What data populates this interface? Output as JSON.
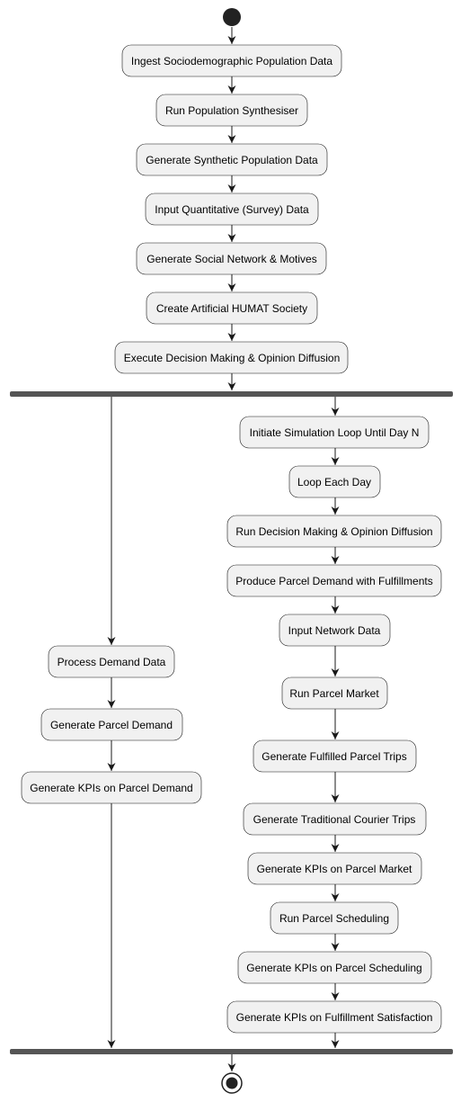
{
  "diagram": {
    "type": "activity",
    "colors": {
      "node_fill": "#f1f1f1",
      "node_stroke": "#181818",
      "bar": "#555555",
      "start": "#222222"
    },
    "nodes": [
      {
        "id": "n1",
        "label": "Ingest Sociodemographic Population Data"
      },
      {
        "id": "n2",
        "label": "Run Population Synthesiser"
      },
      {
        "id": "n3",
        "label": "Generate Synthetic Population Data"
      },
      {
        "id": "n4",
        "label": "Input Quantitative (Survey) Data"
      },
      {
        "id": "n5",
        "label": "Generate Social Network & Motives"
      },
      {
        "id": "n6",
        "label": "Create Artificial HUMAT Society"
      },
      {
        "id": "n7",
        "label": "Execute Decision Making & Opinion Diffusion"
      },
      {
        "id": "l1",
        "label": "Process Demand Data"
      },
      {
        "id": "l2",
        "label": "Generate Parcel Demand"
      },
      {
        "id": "l3",
        "label": "Generate KPIs on Parcel Demand"
      },
      {
        "id": "r1",
        "label": "Initiate Simulation Loop Until Day N"
      },
      {
        "id": "r2",
        "label": "Loop Each Day"
      },
      {
        "id": "r3",
        "label": "Run Decision Making & Opinion Diffusion"
      },
      {
        "id": "r4",
        "label": "Produce Parcel Demand with Fulfillments"
      },
      {
        "id": "r5",
        "label": "Input Network Data"
      },
      {
        "id": "r6",
        "label": "Run Parcel Market"
      },
      {
        "id": "r7",
        "label": "Generate Fulfilled Parcel Trips"
      },
      {
        "id": "r8",
        "label": "Generate Traditional Courier Trips"
      },
      {
        "id": "r9",
        "label": "Generate KPIs on Parcel Market"
      },
      {
        "id": "r10",
        "label": "Run Parcel Scheduling"
      },
      {
        "id": "r11",
        "label": "Generate KPIs on Parcel Scheduling"
      },
      {
        "id": "r12",
        "label": "Generate KPIs on Fulfillment Satisfaction"
      }
    ],
    "edges": [
      [
        "start",
        "n1"
      ],
      [
        "n1",
        "n2"
      ],
      [
        "n2",
        "n3"
      ],
      [
        "n3",
        "n4"
      ],
      [
        "n4",
        "n5"
      ],
      [
        "n5",
        "n6"
      ],
      [
        "n6",
        "n7"
      ],
      [
        "n7",
        "fork"
      ],
      [
        "fork",
        "l1"
      ],
      [
        "l1",
        "l2"
      ],
      [
        "l2",
        "l3"
      ],
      [
        "l3",
        "join"
      ],
      [
        "fork",
        "r1"
      ],
      [
        "r1",
        "r2"
      ],
      [
        "r2",
        "r3"
      ],
      [
        "r3",
        "r4"
      ],
      [
        "r4",
        "r5"
      ],
      [
        "r5",
        "r6"
      ],
      [
        "r6",
        "r7"
      ],
      [
        "r7",
        "r8"
      ],
      [
        "r8",
        "r9"
      ],
      [
        "r9",
        "r10"
      ],
      [
        "r10",
        "r11"
      ],
      [
        "r11",
        "r12"
      ],
      [
        "r12",
        "join"
      ],
      [
        "join",
        "end"
      ]
    ]
  }
}
